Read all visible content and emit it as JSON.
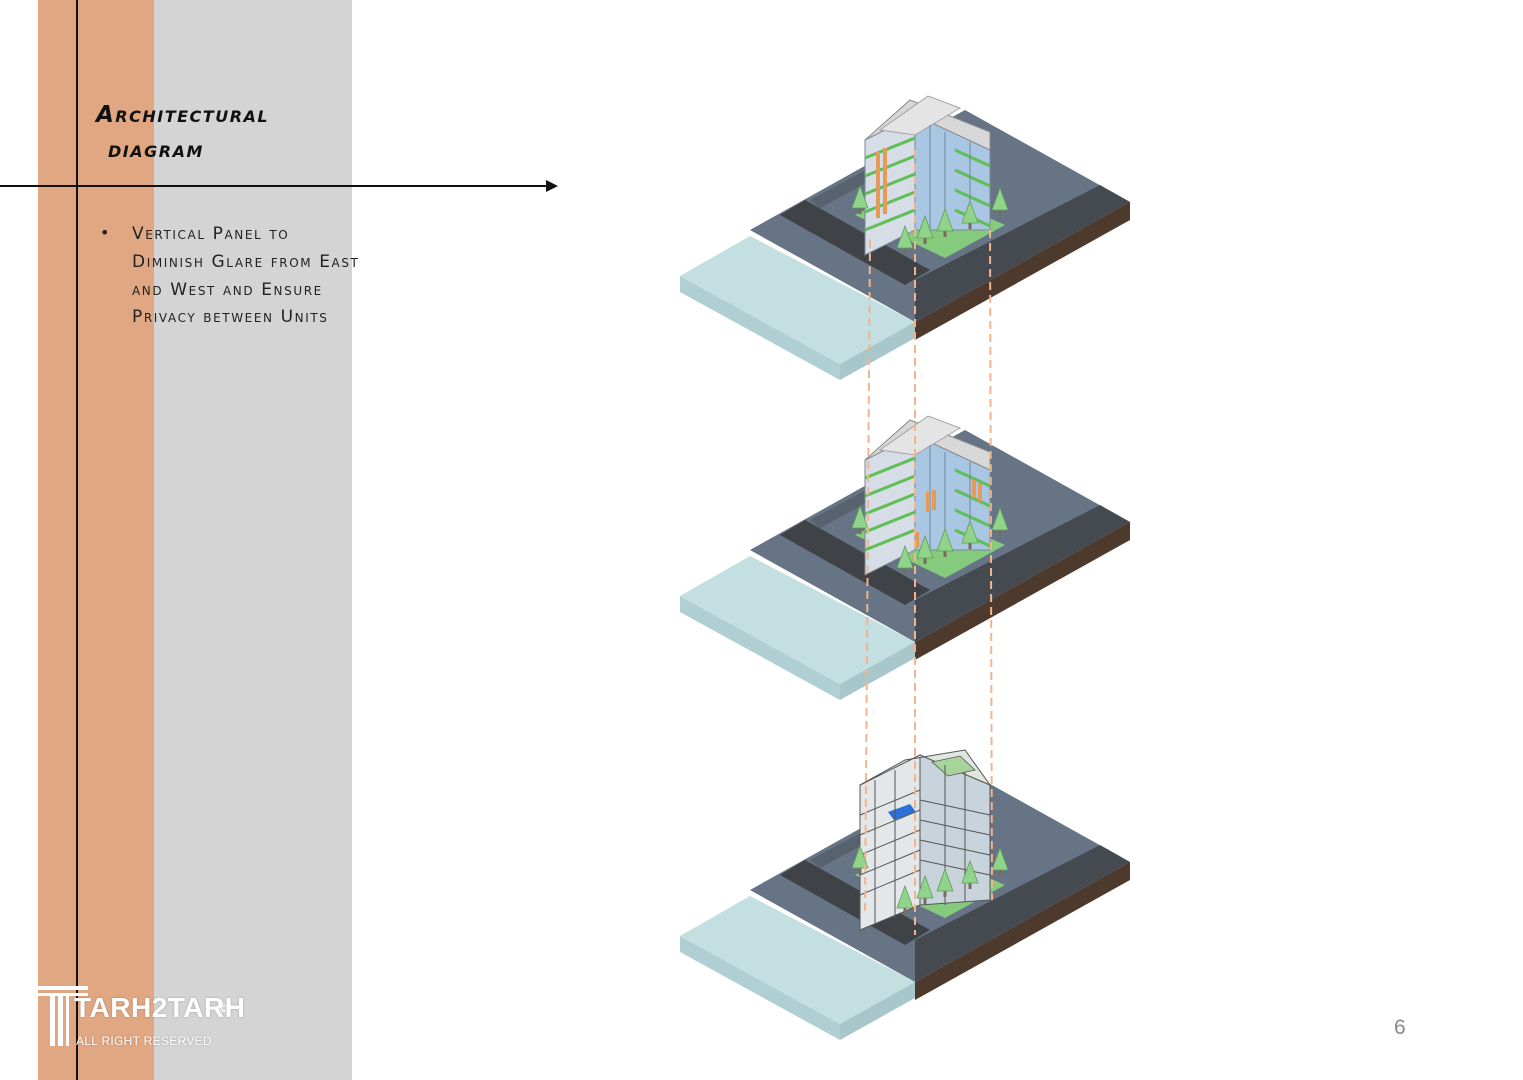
{
  "heading": {
    "line1": "Architectural",
    "line2": "diagram"
  },
  "bullet": {
    "text": "Vertical Panel to Diminish Glare from East and West and Ensure Privacy between Units"
  },
  "logo": {
    "name": "TARH2TARH",
    "tagline": "ALL RIGHT RESERVED",
    "copyright": "©"
  },
  "page_number": "6",
  "colors": {
    "orange_band": "#e1a782",
    "grey_band": "#d4d4d4",
    "site": "#667485",
    "road": "#3f4348",
    "water": "#c3dfe1",
    "soil": "#4d3a2c",
    "panel_green": "#8ee07a",
    "panel_orange": "#e69a5a",
    "glass_blue": "#a9c6e2",
    "guide_dashed": "#f2b48c"
  }
}
